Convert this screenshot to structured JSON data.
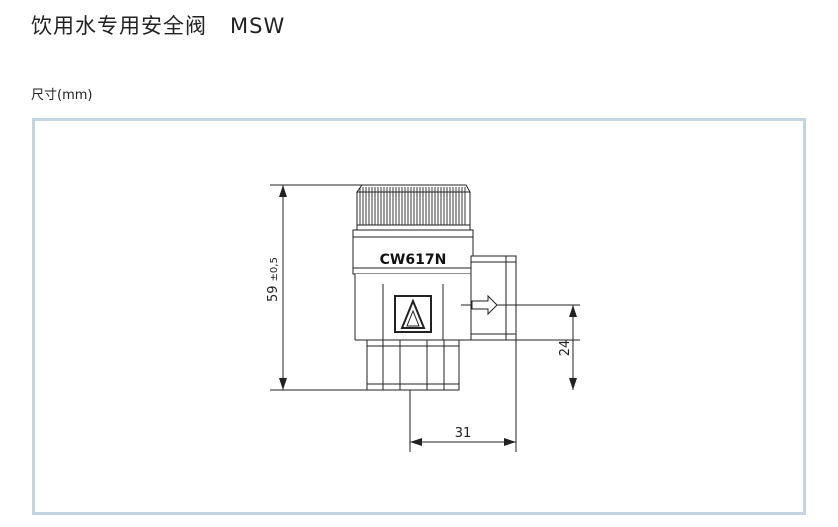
{
  "page": {
    "title": "饮用水专用安全阀   MSW",
    "subtitle": "尺寸(mm)"
  },
  "drawing": {
    "body_marking": "CW617N",
    "dimensions": {
      "height": "59",
      "height_tolerance": "±0,5",
      "outlet_height": "24",
      "outlet_offset": "31"
    },
    "colors": {
      "frame_border": "#c3d5e2",
      "line": "#222222"
    },
    "icons": [
      "flow-direction-arrow-icon",
      "manufacturer-logo-icon"
    ]
  }
}
